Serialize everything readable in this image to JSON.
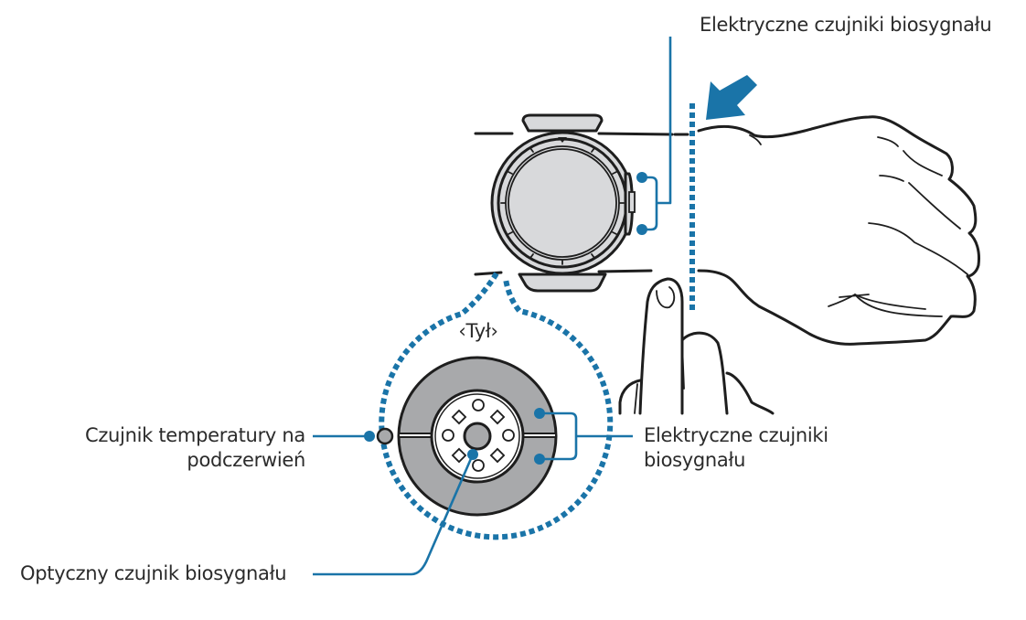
{
  "diagram": {
    "subject": "Smartwatch biosignal sensors measurement illustration",
    "accent_color": "#1a74a8",
    "labels": {
      "top_sensors": "Elektryczne czujniki biosygnału",
      "back_view": "‹Tył›",
      "temperature_sensor_line1": "Czujnik temperatury na",
      "temperature_sensor_line2": "podczerwień",
      "right_sensors_line1": "Elektryczne czujniki",
      "right_sensors_line2": "biosygnału",
      "optical_sensor": "Optyczny czujnik biosygnału"
    }
  }
}
